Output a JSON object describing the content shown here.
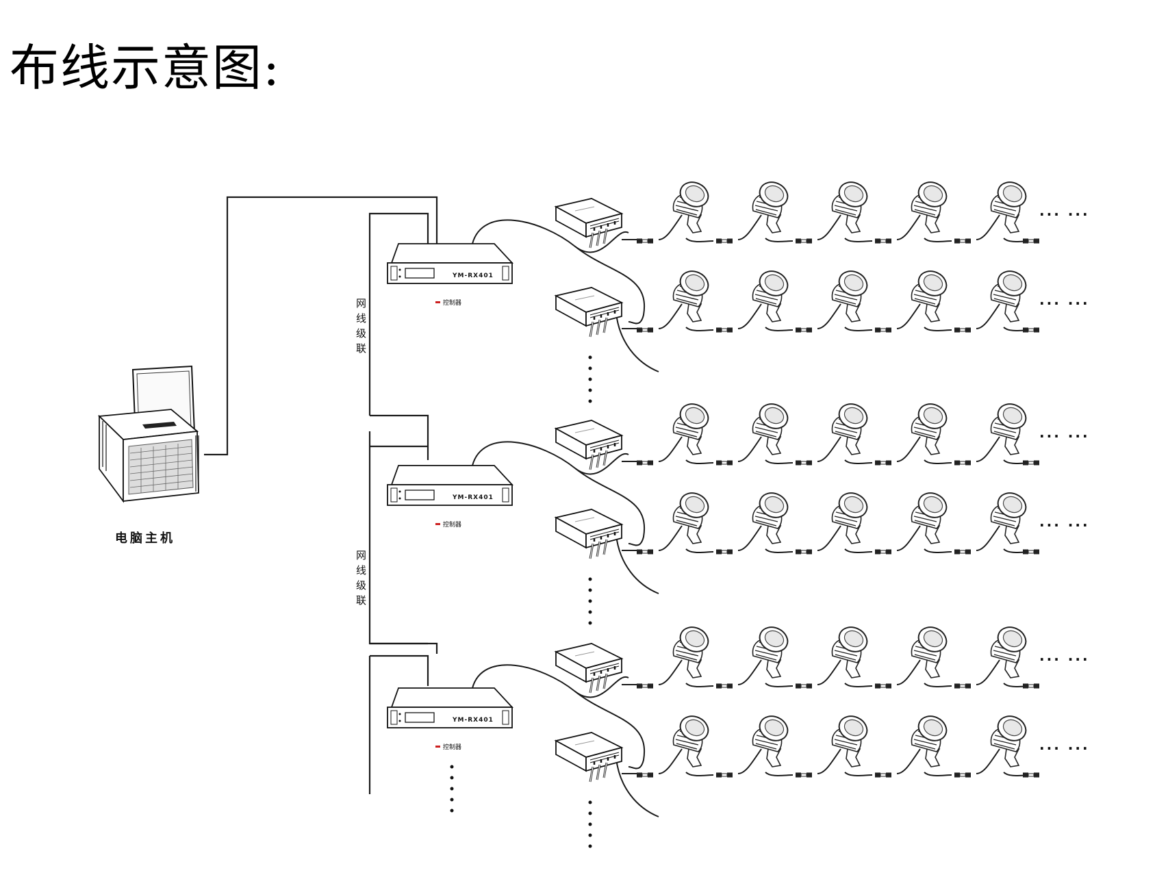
{
  "title": "布线示意图:",
  "host_label": "电脑主机",
  "cascade_label": "网线级联",
  "controllers": [
    {
      "model": "YM-RX401",
      "caption": "控制器"
    },
    {
      "model": "YM-RX401",
      "caption": "控制器"
    },
    {
      "model": "YM-RX401",
      "caption": "控制器"
    }
  ],
  "row_continuation": "··· ···",
  "colors": {
    "line": "#1a1a1a",
    "device": "#ffffff",
    "led_red": "#cc1f1f"
  }
}
